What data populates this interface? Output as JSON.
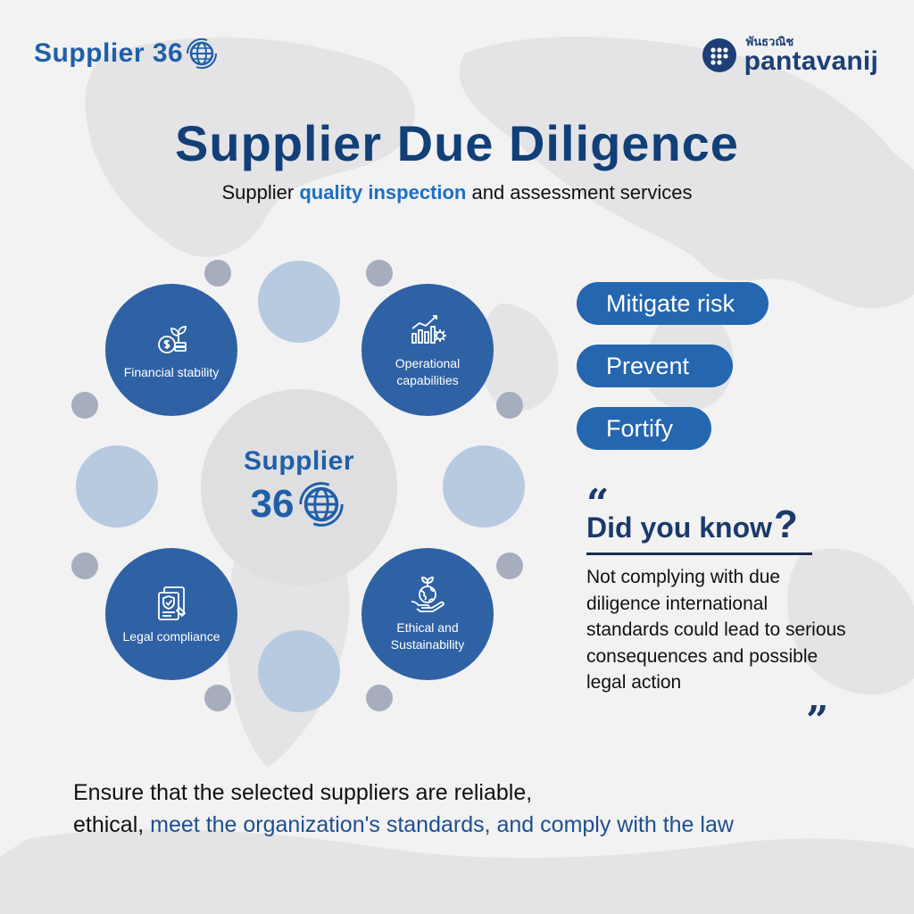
{
  "header": {
    "brand_left": "Supplier 36",
    "brand_right_thai": "พันธวณิช",
    "brand_right_name": "pantavanij"
  },
  "title": "Supplier Due Diligence",
  "subtitle": {
    "pre": "Supplier ",
    "highlight": "quality inspection",
    "post": " and assessment services"
  },
  "hub": {
    "line1": "Supplier",
    "line2": "36"
  },
  "features": [
    {
      "label": "Financial stability",
      "icon": "plant-money-icon"
    },
    {
      "label": "Operational capabilities",
      "icon": "chart-gear-icon"
    },
    {
      "label": "Legal compliance",
      "icon": "document-shield-icon"
    },
    {
      "label": "Ethical and Sustainability",
      "icon": "globe-hand-sprout-icon"
    }
  ],
  "pills": [
    "Mitigate risk",
    "Prevent",
    "Fortify"
  ],
  "did_you_know": {
    "open_quote": "“",
    "heading": "Did you know",
    "question_mark": "?",
    "body": "Not complying with due diligence international standards could lead to serious consequences and possible legal action",
    "close_quote": "”"
  },
  "footer": {
    "line1": "Ensure that the selected suppliers are reliable,",
    "line2_pre": "ethical, ",
    "line2_highlight": "meet the organization's standards, and comply with the law"
  },
  "colors": {
    "primary_blue": "#2f62a4",
    "title_blue": "#123f77",
    "accent_blue": "#1f6fc0",
    "background": "#f2f2f3"
  }
}
